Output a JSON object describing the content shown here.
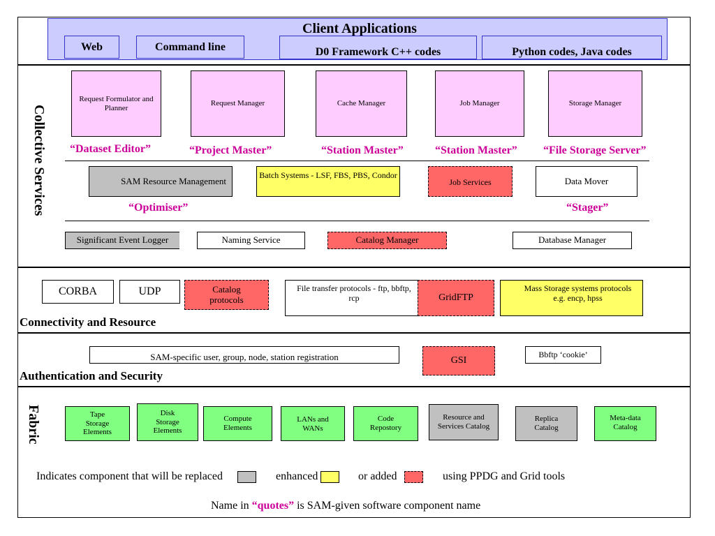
{
  "client": {
    "title": "Client Applications",
    "web": "Web",
    "command_line": "Command line",
    "d0": "D0 Framework C++ codes",
    "python": "Python codes, Java codes"
  },
  "collective": {
    "side_label": "Collective Services",
    "managers": [
      {
        "label": "Request Formulator and Planner",
        "nickname": "“Dataset Editor”"
      },
      {
        "label": "Request Manager",
        "nickname": "“Project Master”"
      },
      {
        "label": "Cache Manager",
        "nickname": "“Station Master”"
      },
      {
        "label": "Job Manager",
        "nickname": "“Station Master”"
      },
      {
        "label": "Storage Manager",
        "nickname": "“File Storage Server”"
      }
    ],
    "sam_resource": "SAM Resource Management",
    "sam_nickname": "“Optimiser”",
    "batch": "Batch Systems - LSF,  FBS, PBS, Condor",
    "job_services": "Job Services",
    "data_mover": "Data Mover",
    "stager": "“Stager”",
    "event_logger": "Significant Event Logger",
    "naming": "Naming Service",
    "catalog_manager": "Catalog Manager",
    "database_manager": "Database Manager"
  },
  "connectivity": {
    "label": "Connectivity and Resource",
    "corba": "CORBA",
    "udp": "UDP",
    "catalog_protocols": "Catalog protocols",
    "file_transfer": "File transfer protocols - ftp, bbftp, rcp",
    "gridftp": "GridFTP",
    "mass_storage": "Mass Storage systems protocols e.g. encp, hpss"
  },
  "auth": {
    "label": "Authentication and Security",
    "sam_specific": "SAM-specific user, group, node, station registration",
    "gsi": "GSI",
    "bbftp": "Bbftp ‘cookie’"
  },
  "fabric": {
    "label": "Fabric",
    "items": [
      "Tape Storage Elements",
      "Disk Storage Elements",
      "Compute Elements",
      "LANs and WANs",
      "Code Repostory",
      "Resource and Services Catalog",
      "Replica Catalog",
      "Meta-data Catalog"
    ]
  },
  "legend": {
    "prefix": "Indicates component that will be replaced",
    "enhanced": "enhanced",
    "added": "or added",
    "suffix": "using PPDG and Grid tools",
    "note_before": "Name in ",
    "note_quotes": "“quotes”",
    "note_after": " is SAM-given software component name"
  },
  "colors": {
    "replaced": "#c0c0c0",
    "enhanced": "#ffff66",
    "added": "#ff6666",
    "nickname": "#cc0099",
    "manager": "#ffccff",
    "fabric": "#80ff80",
    "client": "#ccccff"
  }
}
